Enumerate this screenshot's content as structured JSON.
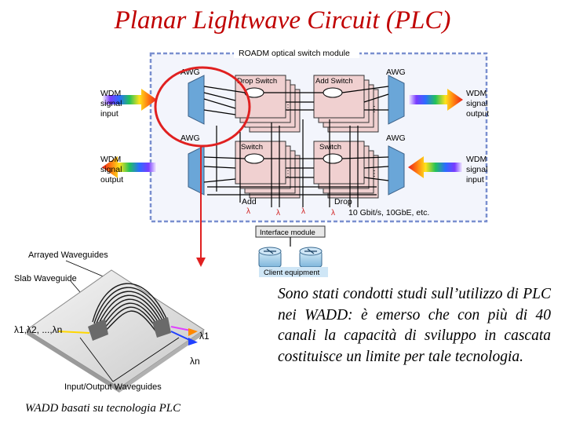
{
  "title": "Planar Lightwave Circuit (PLC)",
  "roadm": {
    "module_label": "ROADM optical switch module",
    "awg_label": "AWG",
    "drop_switch": "Drop Switch",
    "add_switch": "Add Switch",
    "switch": "Switch",
    "add": "Add",
    "drop": "Drop",
    "wdm_input": "WDM signal input",
    "wdm_output": "WDM signal output",
    "lambda": "λ",
    "rates": "10 Gbit/s, 10GbE, etc.",
    "interface_module": "Interface module",
    "client_equipment": "Client equipment"
  },
  "waveguide": {
    "arrayed": "Arrayed Waveguides",
    "slab": "Slab Waveguide",
    "io": "Input/Output Waveguides",
    "lambdas_in": "λ1,λ2, ...,λn",
    "lambda1": "λ1",
    "lambdan": "λn"
  },
  "caption": "WADD basati su tecnologia PLC",
  "description": "Sono stati condotti studi sull’utilizzo di PLC nei WADD: è emerso che con più di 40 canali la capacità di sviluppo in cascata costituisce un limite per tale tecnologia.",
  "colors": {
    "title": "#c00000",
    "highlight": "#e02020",
    "awg": "#6aa6d8",
    "module_border": "#7a8fcf"
  }
}
